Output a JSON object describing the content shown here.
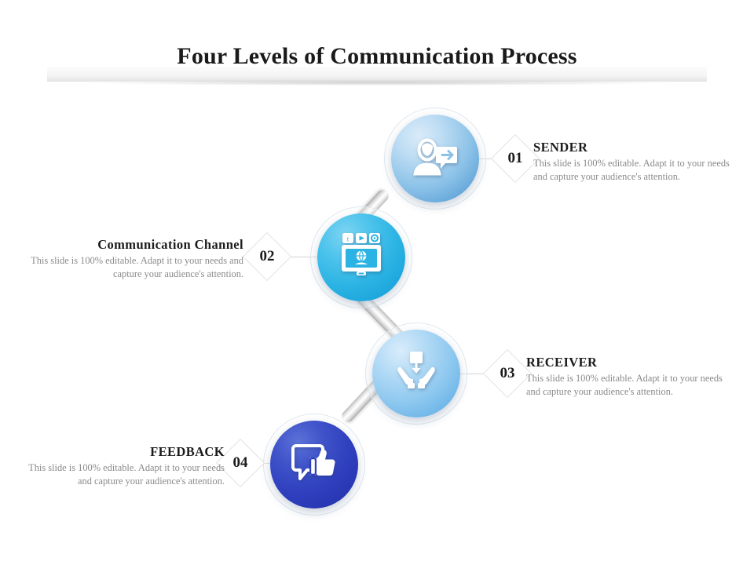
{
  "slide": {
    "title": "Four Levels of Communication Process",
    "background_color": "#ffffff"
  },
  "steps": [
    {
      "number": "01",
      "heading": "SENDER",
      "body": "This slide is 100% editable. Adapt it to your needs and capture your audience's attention.",
      "icon": "person-speech-bubble-arrow-icon",
      "circle_color": "#8cc2e8",
      "side": "right"
    },
    {
      "number": "02",
      "heading": "Communication Channel",
      "body": "This slide is 100% editable. Adapt it to your needs and capture your audience's attention.",
      "icon": "computer-monitor-globe-icon",
      "circle_color": "#2bb3e3",
      "side": "left"
    },
    {
      "number": "03",
      "heading": "RECEIVER",
      "body": "This slide is 100% editable. Adapt it to your needs and capture your audience's attention.",
      "icon": "hands-receiving-package-icon",
      "circle_color": "#8ec8ef",
      "side": "right"
    },
    {
      "number": "04",
      "heading": "FEEDBACK",
      "body": "This slide is 100% editable. Adapt it to your needs and capture your audience's attention.",
      "icon": "thumbs-up-speech-bubble-icon",
      "circle_color": "#2f3fbe",
      "side": "left"
    }
  ],
  "colors": {
    "title_text": "#1a1a1a",
    "heading_text": "#1b1b1b",
    "body_text": "#8a8a8a",
    "diamond_outline": "#e2e2e2",
    "leader_line": "#d3d3d3",
    "connector_rod": "#d6d6d6"
  }
}
